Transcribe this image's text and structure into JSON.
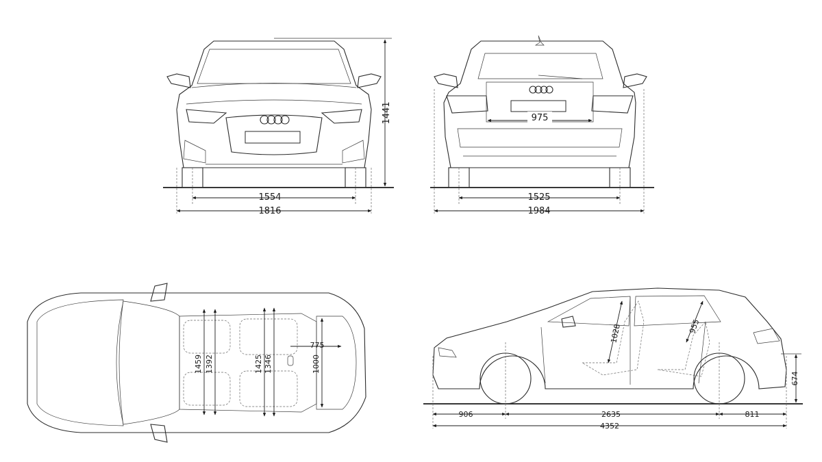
{
  "front_view": {
    "track_width": "1554",
    "overall_width": "1816",
    "height": "1441"
  },
  "rear_view": {
    "tailgate_opening_width": "975",
    "track_width": "1525",
    "width_with_mirrors": "1984"
  },
  "top_view": {
    "front_headroom_width": "1459",
    "front_shoulder_width": "1392",
    "rear_headroom_width": "1425",
    "rear_shoulder_width": "1346",
    "boot_length": "775",
    "boot_width": "1000"
  },
  "side_view": {
    "front_overhang": "906",
    "wheelbase": "2635",
    "rear_overhang": "811",
    "overall_length": "4352",
    "front_headroom": "1028",
    "rear_headroom": "955",
    "loading_sill_height": "674"
  },
  "colors": {
    "line": "#2a2a2a",
    "background": "#ffffff"
  }
}
